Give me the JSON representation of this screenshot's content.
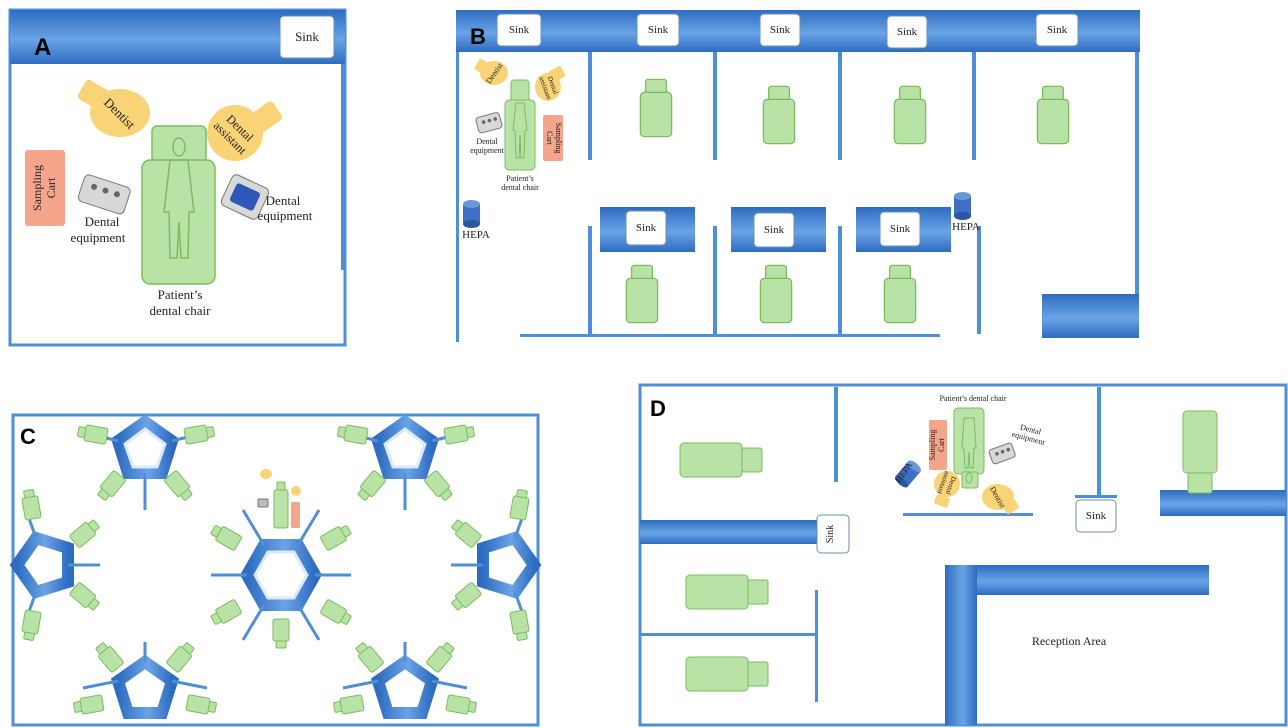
{
  "panels": {
    "a": {
      "letter": "A",
      "sink": "Sink",
      "dentist": "Dentist",
      "dental_assistant": [
        "Dental",
        "assistant"
      ],
      "sampling_cart": [
        "Sampling",
        "Cart"
      ],
      "dental_equipment_left": [
        "Dental",
        "equipment"
      ],
      "dental_equipment_right": [
        "Dental",
        "equipment"
      ],
      "chair": [
        "Patient’s",
        "dental chair"
      ]
    },
    "b": {
      "letter": "B",
      "sink": "Sink",
      "hepa": "HEPA",
      "dentist": "Dentist",
      "dental_assistant": [
        "Dental",
        "assistant"
      ],
      "sampling_cart": [
        "Sampling",
        "Cart"
      ],
      "dental_equipment": [
        "Dental",
        "equipment"
      ],
      "chair": [
        "Patient’s",
        "dental chair"
      ]
    },
    "c": {
      "letter": "C"
    },
    "d": {
      "letter": "D",
      "chair": "Patient’s dental chair",
      "sampling_cart": [
        "Sampling",
        "Cart"
      ],
      "dental_equipment": [
        "Dental",
        "equipment"
      ],
      "hepa": "HEPA",
      "dental_assistant": [
        "Dental",
        "assistant"
      ],
      "dentist": "Dentist",
      "sink": "Sink",
      "reception": "Reception Area"
    }
  },
  "colors": {
    "wall": "#4f8fd6",
    "chair_fill": "#b9e2a6",
    "chair_stroke": "#7cbc5f",
    "staff": "#f9d477",
    "cart": "#f4a58c",
    "hepa": "#3e6fc4",
    "sink_border": "#6a8fb5"
  }
}
